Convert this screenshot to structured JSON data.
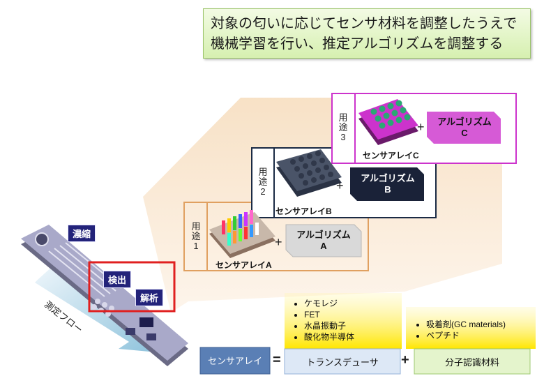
{
  "title": {
    "line1": "対象の匂いに応じてセンサ材料を調整したうえで",
    "line2": "機械学習を行い、推定アルゴリズムを調整する"
  },
  "device": {
    "concentrate": "濃縮",
    "detect": "検出",
    "analyze": "解析",
    "flow": "測定フロー"
  },
  "usages": [
    {
      "label": [
        "用",
        "途",
        "1"
      ],
      "array": "センサアレイA",
      "algo": [
        "アルゴリズム",
        "A"
      ]
    },
    {
      "label": [
        "用",
        "途",
        "2"
      ],
      "array": "センサアレイB",
      "algo": [
        "アルゴリズム",
        "B"
      ]
    },
    {
      "label": [
        "用",
        "途",
        "3"
      ],
      "array": "センサアレイC",
      "algo": [
        "アルゴリズム",
        "C"
      ]
    }
  ],
  "plus": "+",
  "equation": {
    "sensor_array": "センサアレイ",
    "equals": "=",
    "transducer": "トランスデューサ",
    "plus": "+",
    "recognition": "分子認識材料"
  },
  "transducer_examples": [
    "ケモレジ",
    "FET",
    "水晶振動子",
    "酸化物半導体"
  ],
  "recognition_examples": [
    "吸着剤(GC materials)",
    "ペプチド"
  ],
  "colors": {
    "title_bg": "#d6f0b0",
    "usage1_border": "#e0a060",
    "usage2_border": "#1a2a44",
    "usage3_border": "#cc33cc",
    "detect_highlight": "#e02020",
    "label_bg": "#23237a"
  }
}
